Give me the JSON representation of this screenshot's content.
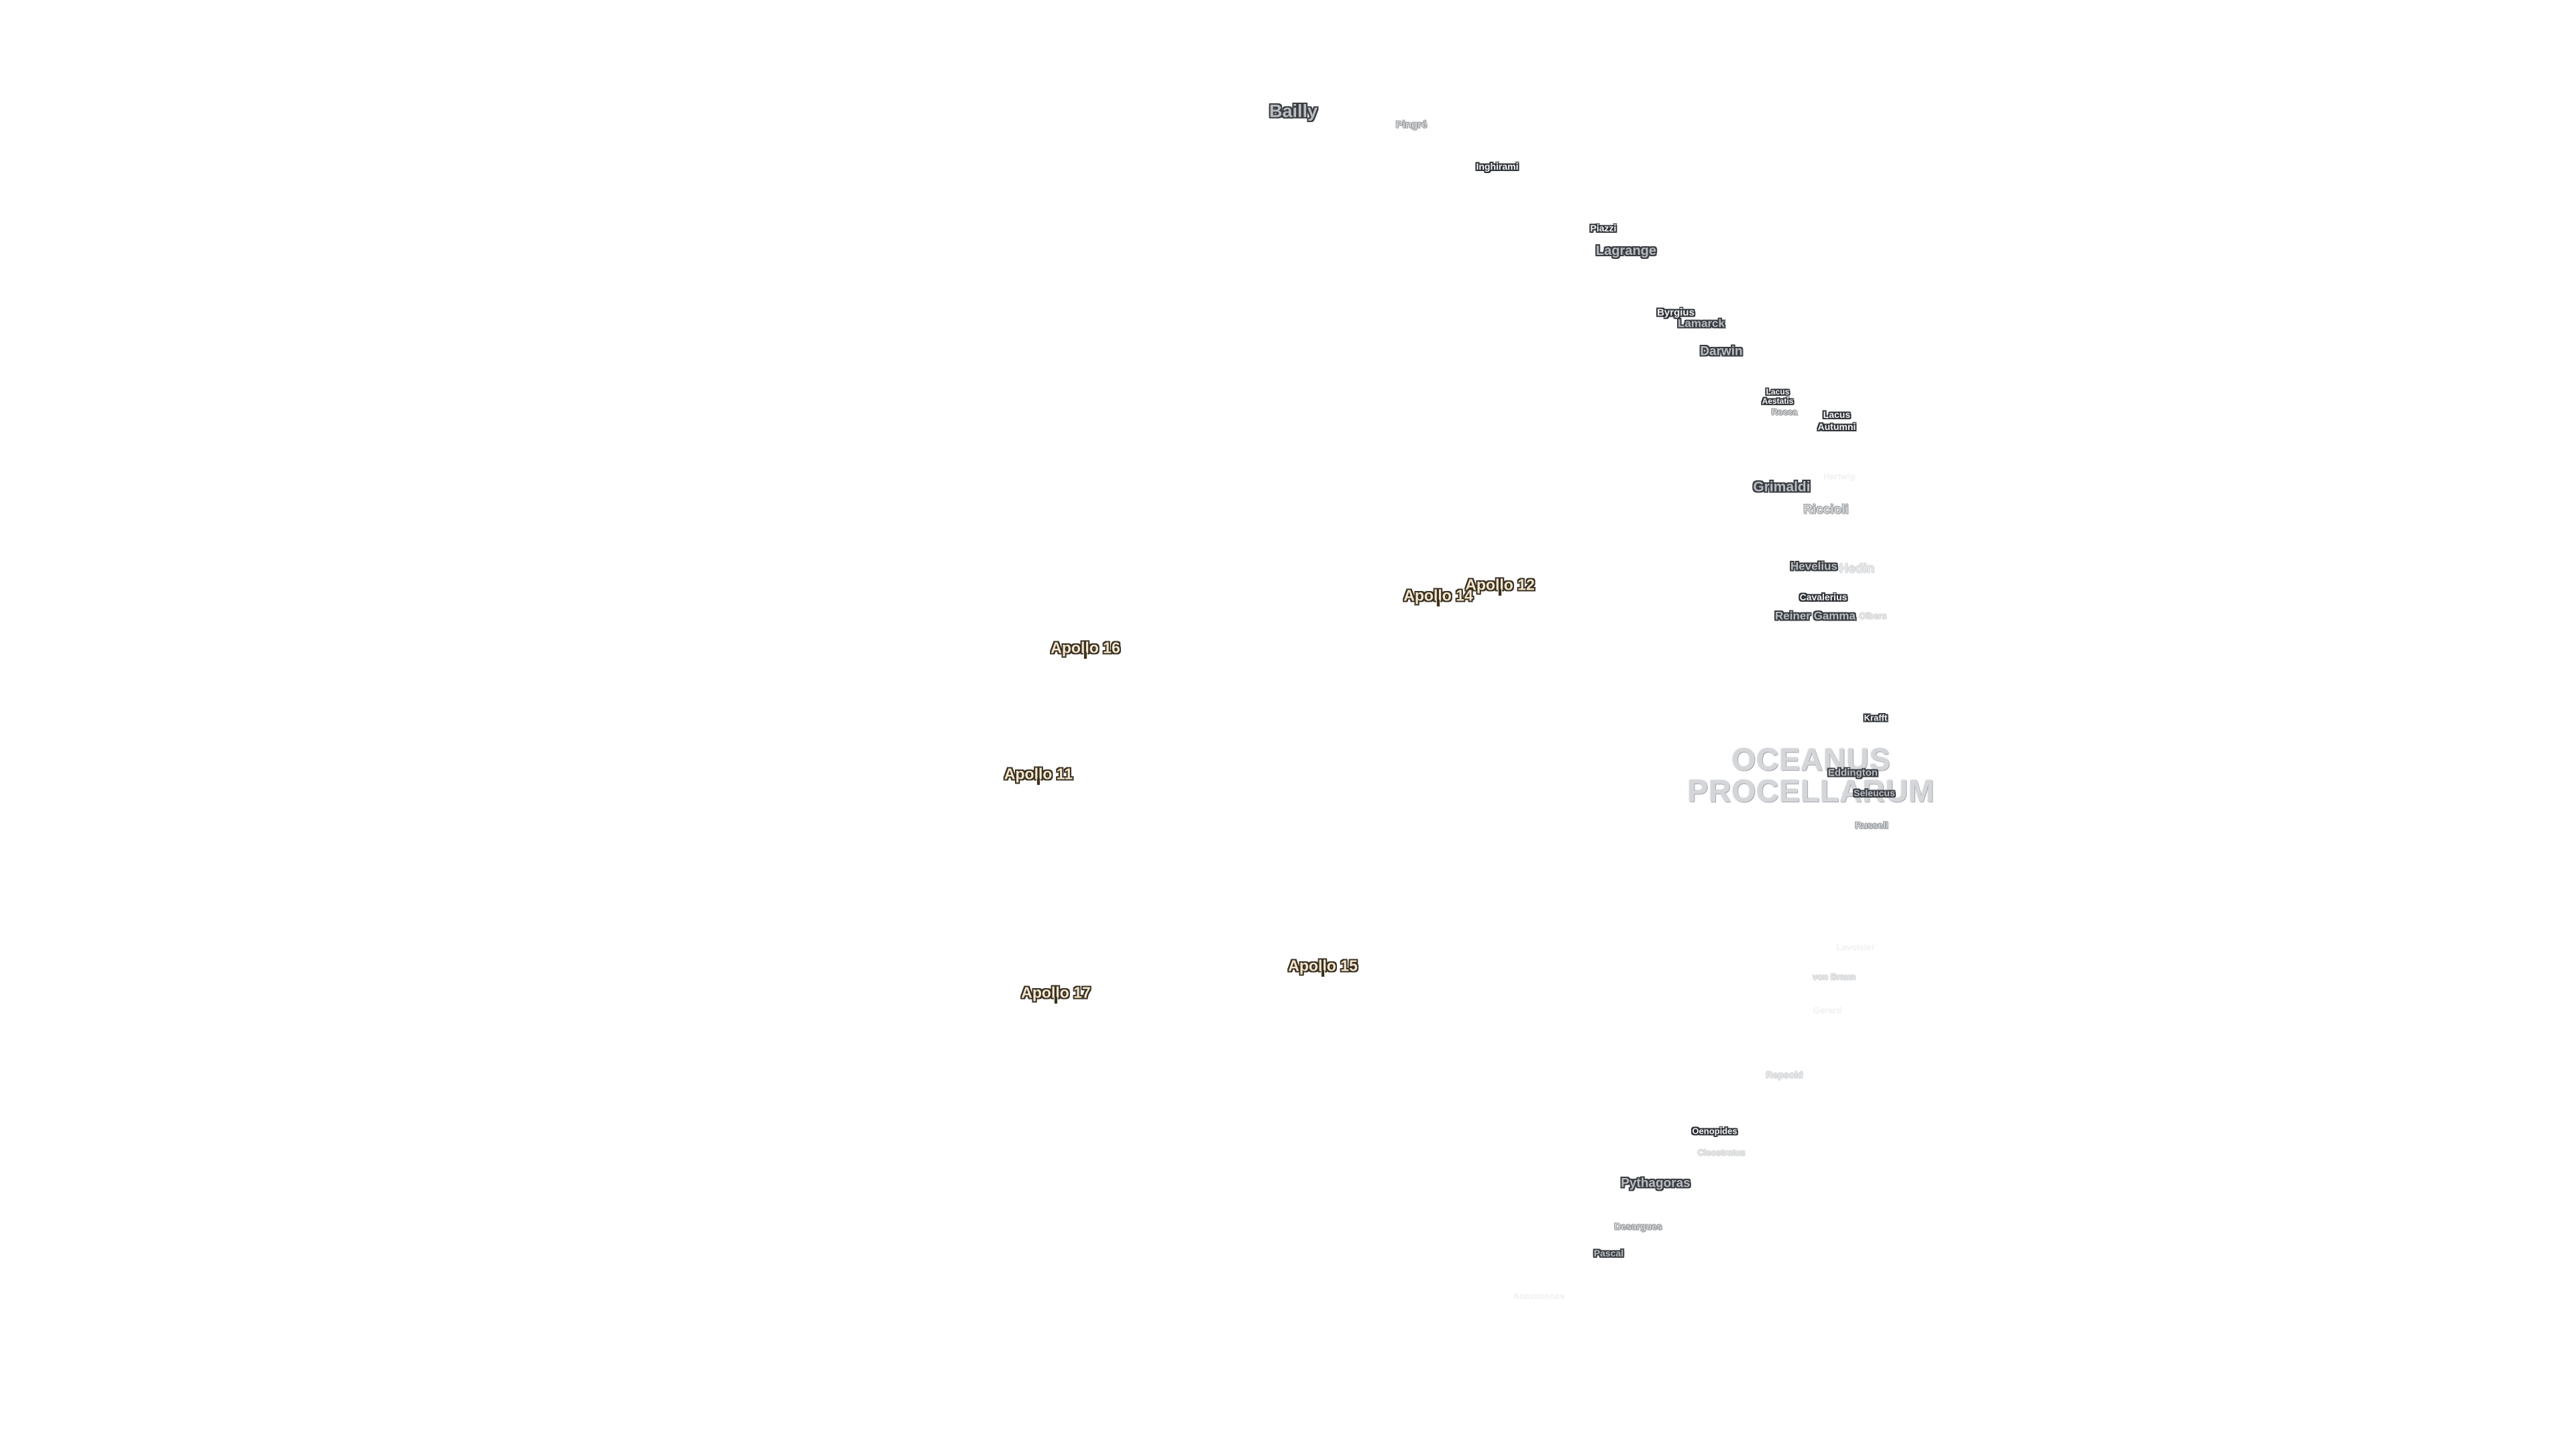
{
  "map": {
    "mare": {
      "line1": "OCEANUS",
      "line2": "PROCELLARUM"
    },
    "craters": {
      "bailly": "Bailly",
      "pingre": "Pingré",
      "inghirami": "Inghirami",
      "piazzi": "Piazzi",
      "lagrange": "Lagrange",
      "byrgius": "Byrgius",
      "lamarck": "Lamarck",
      "darwin": "Darwin",
      "lacus_aestatis_1": "Lacus",
      "lacus_aestatis_2": "Aestatis",
      "rocca": "Rocca",
      "lacus_autumni_1": "Lacus",
      "lacus_autumni_2": "Autumni",
      "hartwig": "Hartwig",
      "grimaldi": "Grimaldi",
      "riccioli": "Riccioli",
      "hevelius": "Hevelius",
      "hedin": "Hedin",
      "cavalerius": "Cavalerius",
      "reiner_gamma": "Reiner Gamma",
      "olbers": "Olbers",
      "krafft": "Krafft",
      "eddington": "Eddington",
      "seleucus": "Seleucus",
      "russell": "Russell",
      "lavoisier": "Lavoisier",
      "von_braun": "von Braun",
      "gerard": "Gerard",
      "repsold": "Repsold",
      "oenopides": "Oenopides",
      "cleostratus": "Cleostratus",
      "pythagoras": "Pythagoras",
      "desargues": "Desargues",
      "pascal": "Pascal",
      "anaximenes": "Anaximenes"
    },
    "apollo": {
      "a12": "Apollo 12",
      "a14": "Apollo 14",
      "a16": "Apollo 16",
      "a11": "Apollo 11",
      "a15": "Apollo 15",
      "a17": "Apollo 17"
    }
  }
}
